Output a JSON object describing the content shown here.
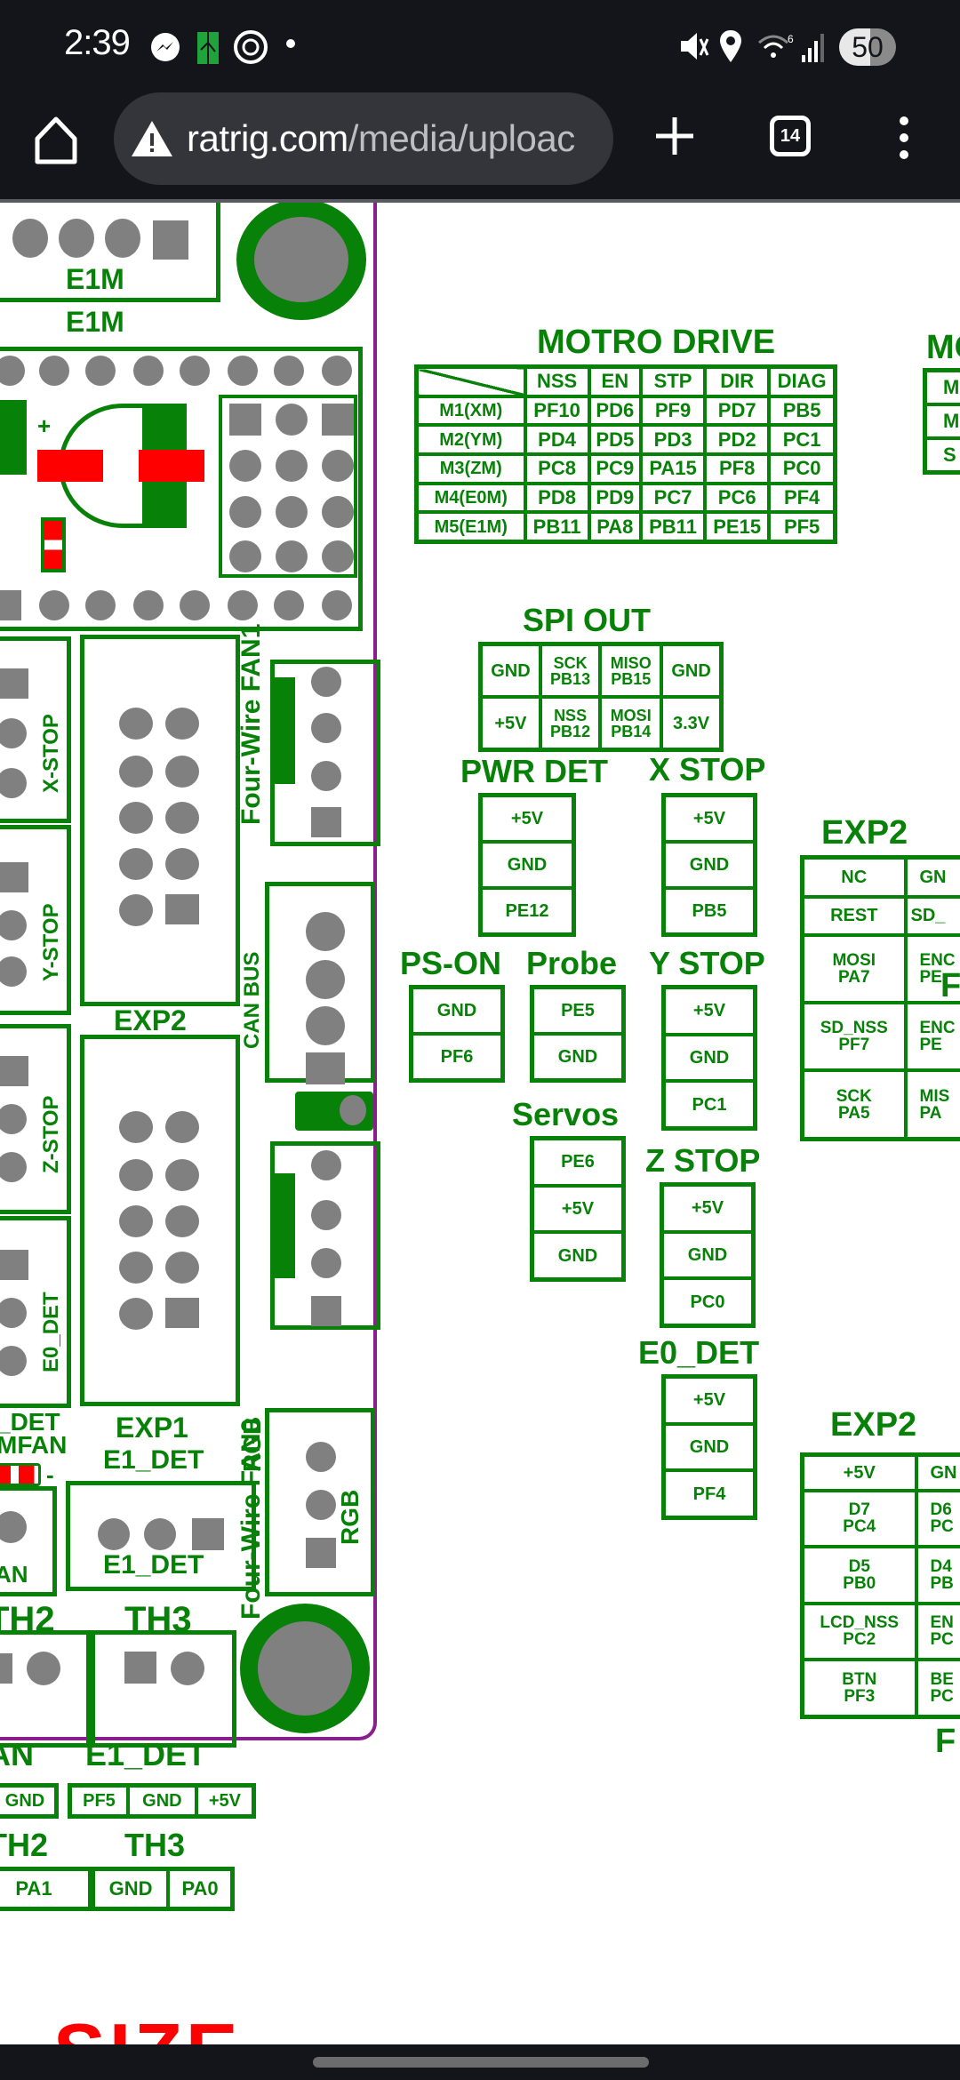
{
  "status_bar": {
    "time": "2:39",
    "left_icons": [
      "messenger-icon",
      "app-green-icon",
      "threads-icon",
      "dot-icon"
    ],
    "right_icons": [
      "mute-icon",
      "location-icon",
      "wifi-6-icon",
      "signal-icon"
    ],
    "battery": "50"
  },
  "browser": {
    "url_host": "ratrig.com",
    "url_path": "/media/uploac",
    "security_icon": "warning-icon",
    "tab_count": "14",
    "home_icon": "home-icon",
    "new_tab_icon": "plus-icon",
    "menu_icon": "more-vert-icon"
  },
  "board": {
    "labels": {
      "e1m_top": "E1M",
      "e1m_bottom": "E1M",
      "x_stop": "X-STOP",
      "y_stop": "Y-STOP",
      "z_stop": "Z-STOP",
      "e0_det": "E0_DET",
      "exp2": "EXP2",
      "exp1": "EXP1",
      "fan1": "Four-Wire FAN1",
      "fan0": "Four-Wire FAN0",
      "can_bus": "CAN BUS",
      "rgb_side": "RGB",
      "rgb_inner": "RGB",
      "e1_det_top": "E1_DET",
      "e1_det_inner": "E1_DET",
      "det_partial": "_DET",
      "mfan_partial": "MFAN",
      "an_partial": "AN",
      "th2": "TH2",
      "th3": "TH3",
      "minus": "-",
      "plus": "+"
    }
  },
  "motor_drive": {
    "title": "MOTRO DRIVE",
    "columns": [
      "NSS",
      "EN",
      "STP",
      "DIR",
      "DIAG"
    ],
    "rows": [
      {
        "name": "M1(XM)",
        "cells": [
          "PF10",
          "PD6",
          "PF9",
          "PD7",
          "PB5"
        ]
      },
      {
        "name": "M2(YM)",
        "cells": [
          "PD4",
          "PD5",
          "PD3",
          "PD2",
          "PC1"
        ]
      },
      {
        "name": "M3(ZM)",
        "cells": [
          "PC8",
          "PC9",
          "PA15",
          "PF8",
          "PC0"
        ]
      },
      {
        "name": "M4(E0M)",
        "cells": [
          "PD8",
          "PD9",
          "PC7",
          "PC6",
          "PF4"
        ]
      },
      {
        "name": "M5(E1M)",
        "cells": [
          "PB11",
          "PA8",
          "PB11",
          "PE15",
          "PF5"
        ]
      }
    ]
  },
  "right_partial": {
    "title": "MO",
    "rows": [
      "M",
      "M",
      "S"
    ],
    "f_top": "F",
    "f_bottom": "F"
  },
  "spi_out": {
    "title": "SPI OUT",
    "rows": [
      [
        "GND",
        "SCK\nPB13",
        "MISO\nPB15",
        "GND"
      ],
      [
        "+5V",
        "NSS\nPB12",
        "MOSI\nPB14",
        "3.3V"
      ]
    ]
  },
  "pwr_det": {
    "title": "PWR DET",
    "pins": [
      "+5V",
      "GND",
      "PE12"
    ]
  },
  "x_stop": {
    "title": "X STOP",
    "pins": [
      "+5V",
      "GND",
      "PB5"
    ]
  },
  "ps_on": {
    "title": "PS-ON",
    "pins": [
      "GND",
      "PF6"
    ]
  },
  "probe": {
    "title": "Probe",
    "pins": [
      "PE5",
      "GND"
    ]
  },
  "y_stop": {
    "title": "Y STOP",
    "pins": [
      "+5V",
      "GND",
      "PC1"
    ]
  },
  "servos": {
    "title": "Servos",
    "pins": [
      "PE6",
      "+5V",
      "GND"
    ]
  },
  "z_stop": {
    "title": "Z STOP",
    "pins": [
      "+5V",
      "GND",
      "PC0"
    ]
  },
  "e0_det": {
    "title": "E0_DET",
    "pins": [
      "+5V",
      "GND",
      "PF4"
    ]
  },
  "exp2_a": {
    "title": "EXP2",
    "rows": [
      [
        "NC",
        "GN"
      ],
      [
        "REST",
        "SD_"
      ],
      [
        "MOSI\nPA7",
        "ENC\nPE"
      ],
      [
        "SD_NSS\nPF7",
        "ENC\nPE"
      ],
      [
        "SCK\nPA5",
        "MIS\nPA"
      ]
    ]
  },
  "exp2_b": {
    "title": "EXP2",
    "rows": [
      [
        "+5V",
        "GN"
      ],
      [
        "D7\nPC4",
        "D6\nPC"
      ],
      [
        "D5\nPB0",
        "D4\nPB"
      ],
      [
        "LCD_NSS\nPC2",
        "EN\nPC"
      ],
      [
        "BTN\nPF3",
        "BE\nPC"
      ]
    ]
  },
  "bottom_tables": {
    "an_title": "AN",
    "an_cells": [
      "GND"
    ],
    "e1_det_title": "E1_DET",
    "e1_det_cells": [
      "PF5",
      "GND",
      "+5V"
    ],
    "th2_title": "TH2",
    "th2_cells": [
      "",
      "PA1"
    ],
    "th3_title": "TH3",
    "th3_cells": [
      "GND",
      "PA0"
    ]
  },
  "size_heading": "SIZE"
}
